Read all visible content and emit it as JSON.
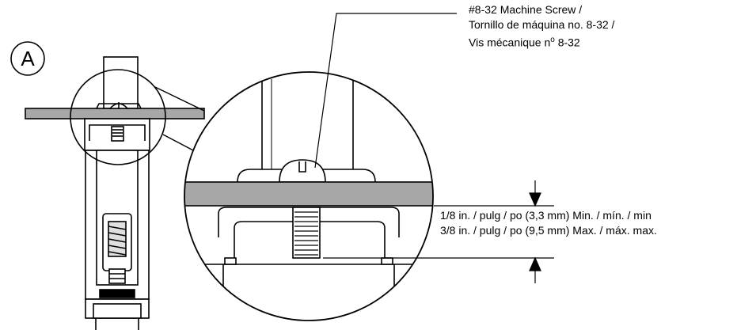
{
  "callout": {
    "letter": "A"
  },
  "screw_label": {
    "line1": "#8-32 Machine Screw /",
    "line2": "Tornillo de máquina no. 8-32 /",
    "line3_prefix": "Vis mécanique n",
    "line3_sup": "o",
    "line3_suffix": " 8-32"
  },
  "thickness_label": {
    "min": "1/8 in. / pulg / po (3,3 mm) Min. / mín. / min",
    "max": "3/8 in. / pulg / po (9,5 mm) Max. / máx. max."
  },
  "colors": {
    "panel_gray": "#a7a7a7",
    "line": "#000000"
  }
}
